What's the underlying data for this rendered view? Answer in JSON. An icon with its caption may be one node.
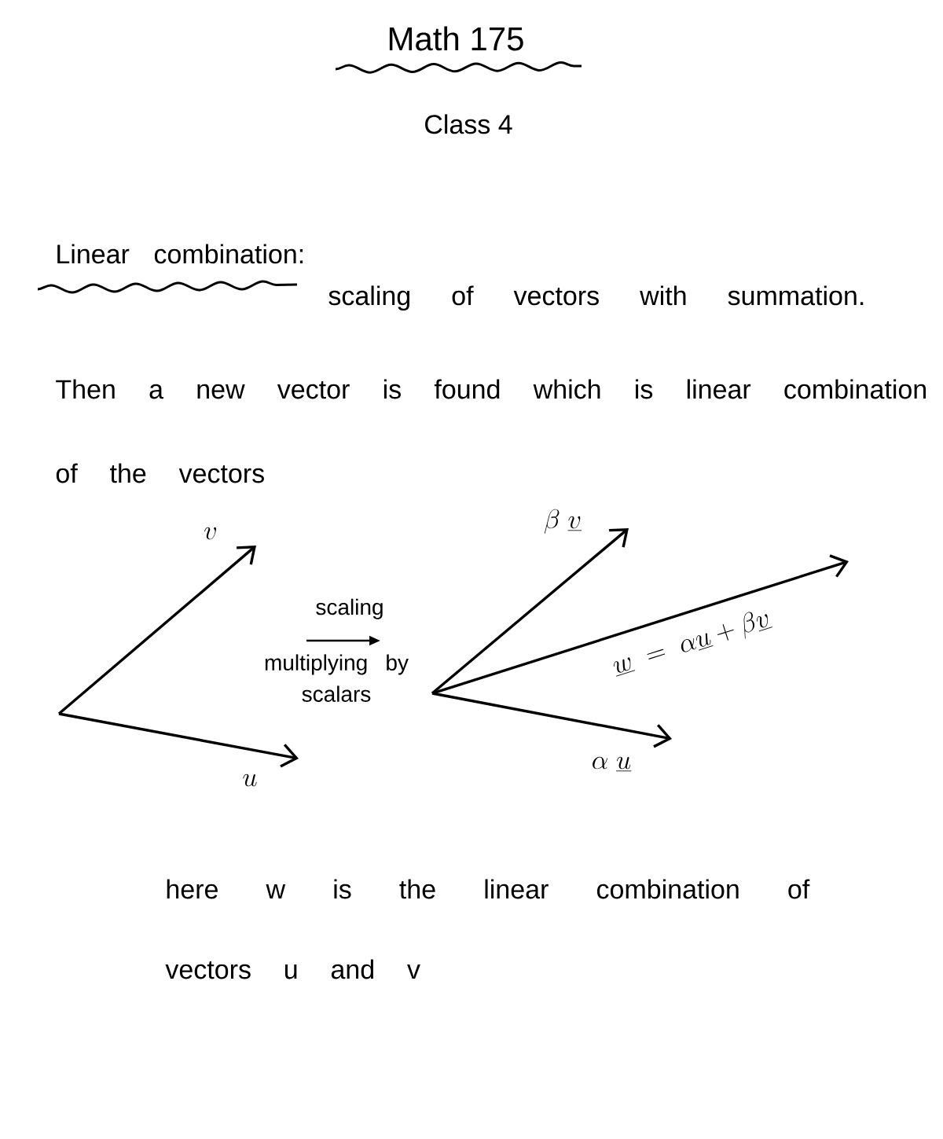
{
  "diagram": {
    "title": "Math 175",
    "labels": [
      "Class 4",
      "Linear combination:",
      "scaling of vectors with summation.",
      "Then a new vector is found which is linear combination of the vectors",
      "v",
      "\\beta \\; \\underline{v}",
      "scaling",
      "multiplying by scalars",
      "\\underline{w} \\;=\\; \\alpha\\underline{u} + \\beta\\underline{v}",
      "u",
      "\\alpha \\; \\underline{u}",
      "here w is the linear combination of vectors u and v"
    ]
  }
}
